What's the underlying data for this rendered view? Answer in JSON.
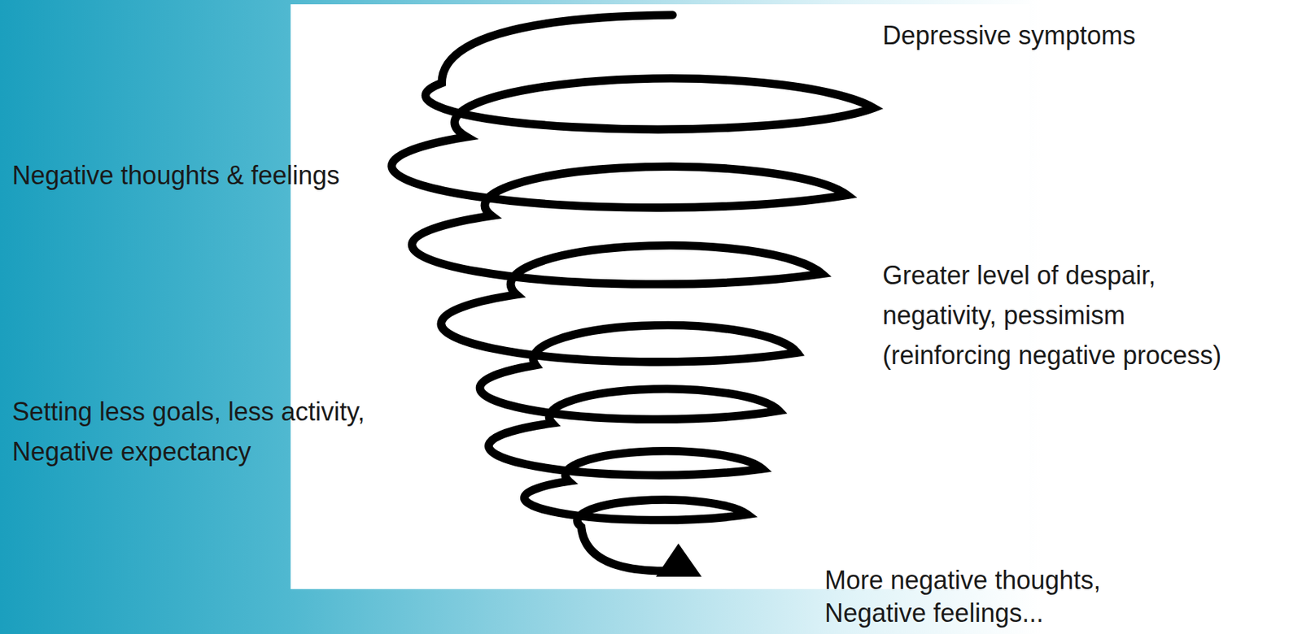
{
  "diagram": {
    "labels": [
      "Depressive symptoms",
      "Negative thoughts & feelings",
      "Greater level of despair, negativity, pessimism (reinforcing negative process)",
      "Setting less goals, less activity, Negative expectancy",
      "More negative thoughts, Negative feelings..."
    ]
  }
}
